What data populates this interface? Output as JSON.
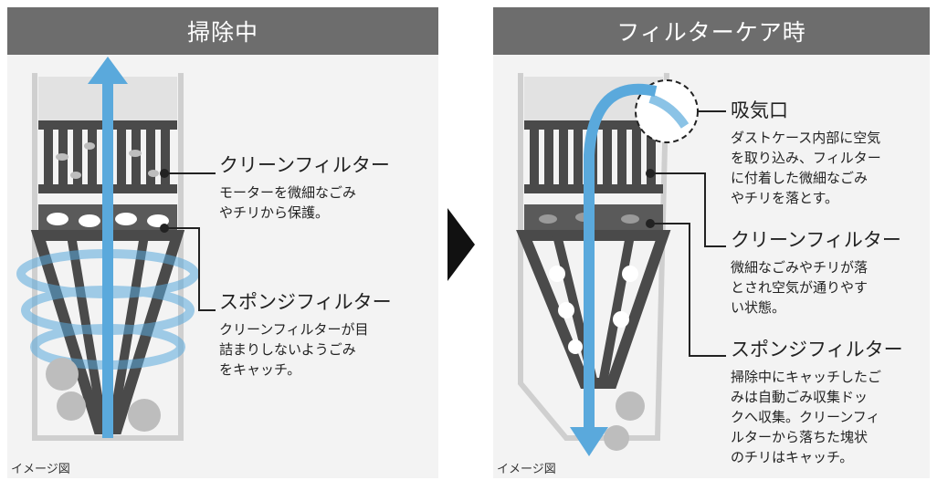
{
  "panels": {
    "left": {
      "title": "掃除中",
      "caption": "イメージ図",
      "labels": {
        "clean_filter": {
          "title": "クリーンフィルター",
          "desc": "モーターを微細なごみ\nやチリから保護。"
        },
        "sponge_filter": {
          "title": "スポンジフィルター",
          "desc": "クリーンフィルターが目\n詰まりしないようごみ\nをキャッチ。"
        }
      }
    },
    "right": {
      "title": "フィルターケア時",
      "caption": "イメージ図",
      "labels": {
        "intake": {
          "title": "吸気口",
          "desc": "ダストケース内部に空気\nを取り込み、フィルター\nに付着した微細なごみ\nやチリを落とす。"
        },
        "clean_filter": {
          "title": "クリーンフィルター",
          "desc": "微細なごみやチリが落\nとされ空気が通りやす\nい状態。"
        },
        "sponge_filter": {
          "title": "スポンジフィルター",
          "desc": "掃除中にキャッチしたご\nみは自動ごみ収集ドッ\nクへ収集。クリーンフィ\nルターから落ちた塊状\nのチリはキャッチ。"
        }
      }
    }
  },
  "colors": {
    "header": "#6d6d6d",
    "panel_bg": "#f3f3f3",
    "airflow": "#5aa9dc",
    "filter_dark": "#4a4a4a",
    "dust": "#bdbdbd"
  },
  "icons": {
    "transition": "right-triangle-arrow-icon"
  }
}
